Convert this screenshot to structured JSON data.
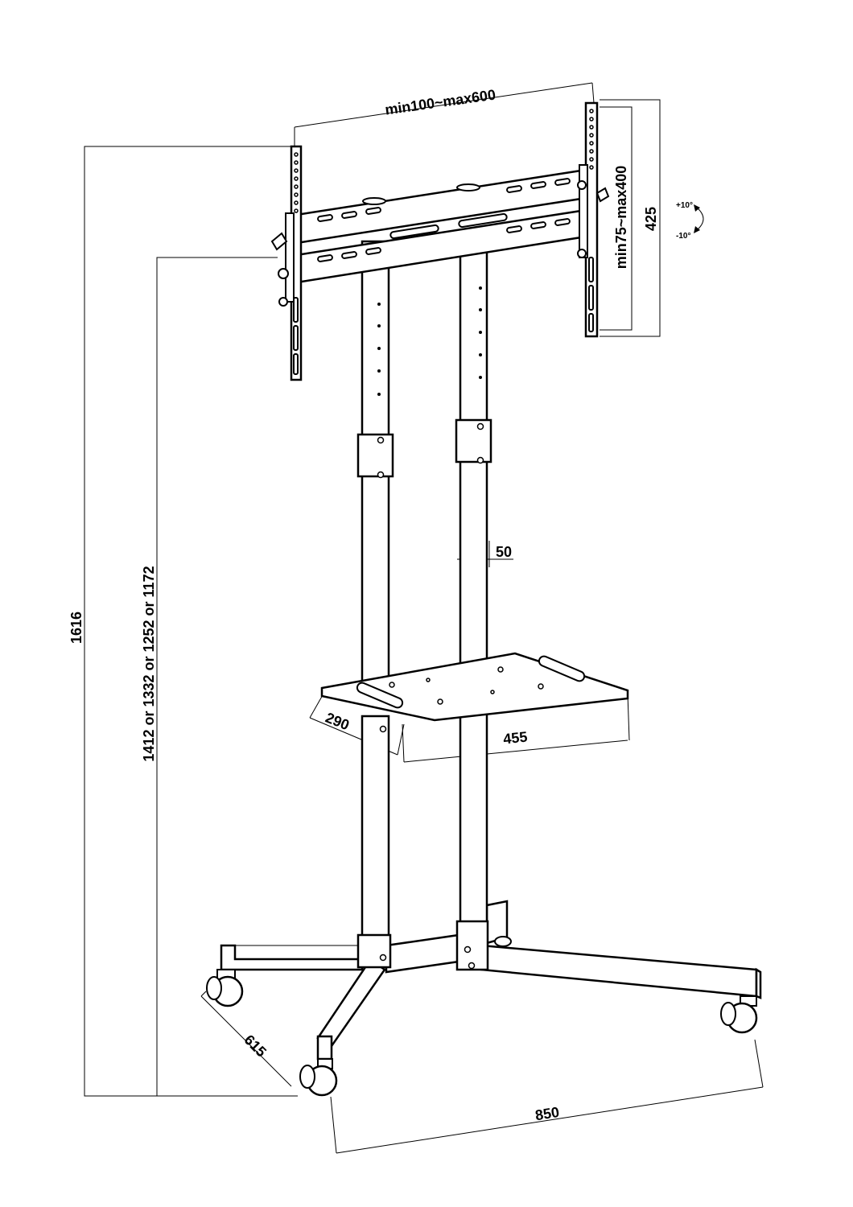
{
  "dimensions": {
    "vesa_width": "min100~max600",
    "vesa_height": "min75~max400",
    "bracket_height": "425",
    "tilt_up": "+10°",
    "tilt_down": "-10°",
    "total_height": "1616",
    "mount_heights": "1412 or 1332 or 1252 or 1172",
    "pole_gap": "50",
    "shelf_depth": "290",
    "shelf_width": "455",
    "leg_length": "615",
    "base_width": "850"
  },
  "colors": {
    "line": "#000000",
    "background": "#ffffff"
  }
}
